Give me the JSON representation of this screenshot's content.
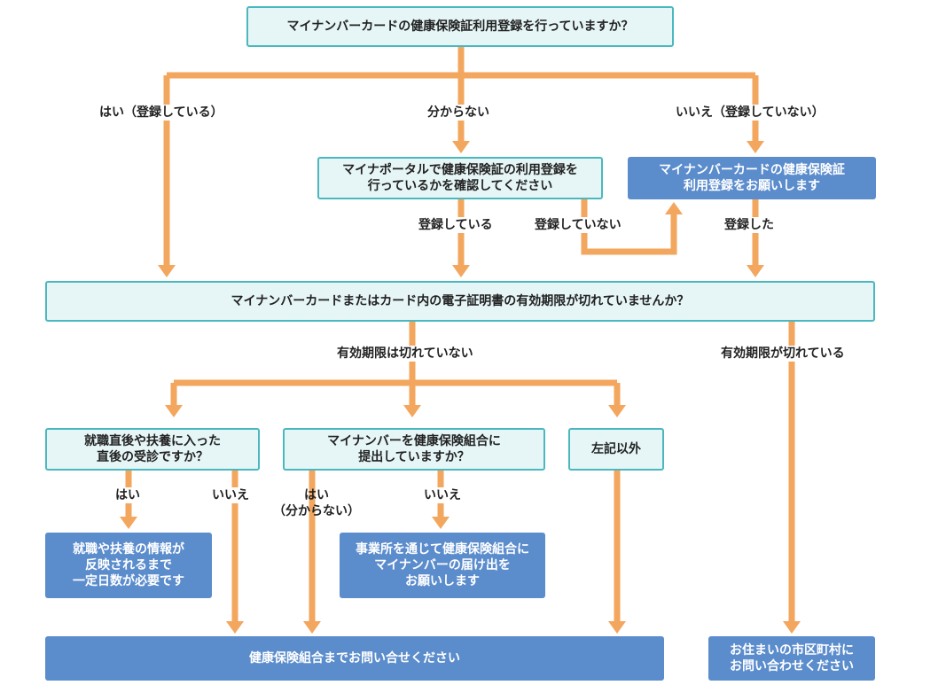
{
  "colors": {
    "arrow": "#f3a65d",
    "question_fill": "#e6f5f6",
    "question_border": "#4bb8bf",
    "answer_fill": "#5b8ccc"
  },
  "q1": "マイナンバーカードの健康保険証利用登録を行っていますか？",
  "branch_yes": "はい（登録している）",
  "branch_unknown": "分からない",
  "branch_no": "いいえ（登録していない）",
  "q_portal": [
    "マイナポータルで健康保険証の利用登録を",
    "行っているかを確認してください"
  ],
  "a_register": [
    "マイナンバーカードの健康保険証",
    "利用登録をお願いします"
  ],
  "lbl_registered": "登録している",
  "lbl_not_registered": "登録していない",
  "lbl_done": "登録した",
  "q2": "マイナンバーカードまたはカード内の電子証明書の有効期限が切れていませんか？",
  "lbl_not_expired": "有効期限は切れていない",
  "lbl_expired": "有効期限が切れている",
  "q_employ": [
    "就職直後や扶養に入った",
    "直後の受診ですか？"
  ],
  "q_submit": [
    "マイナンバーを健康保険組合に",
    "提出していますか？"
  ],
  "q_other": "左記以外",
  "lbl_yes1": "はい",
  "lbl_no1": "いいえ",
  "lbl_yes2": "はい",
  "lbl_yes2_sub": "（分からない）",
  "lbl_no2": "いいえ",
  "a_days": [
    "就職や扶養の情報が",
    "反映されるまで",
    "一定日数が必要です"
  ],
  "a_notify": [
    "事業所を通じて健康保険組合に",
    "マイナンバーの届け出を",
    "お願いします"
  ],
  "a_contact_union": "健康保険組合までお問い合せください",
  "a_contact_city": [
    "お住まいの市区町村に",
    "お問い合わせください"
  ]
}
